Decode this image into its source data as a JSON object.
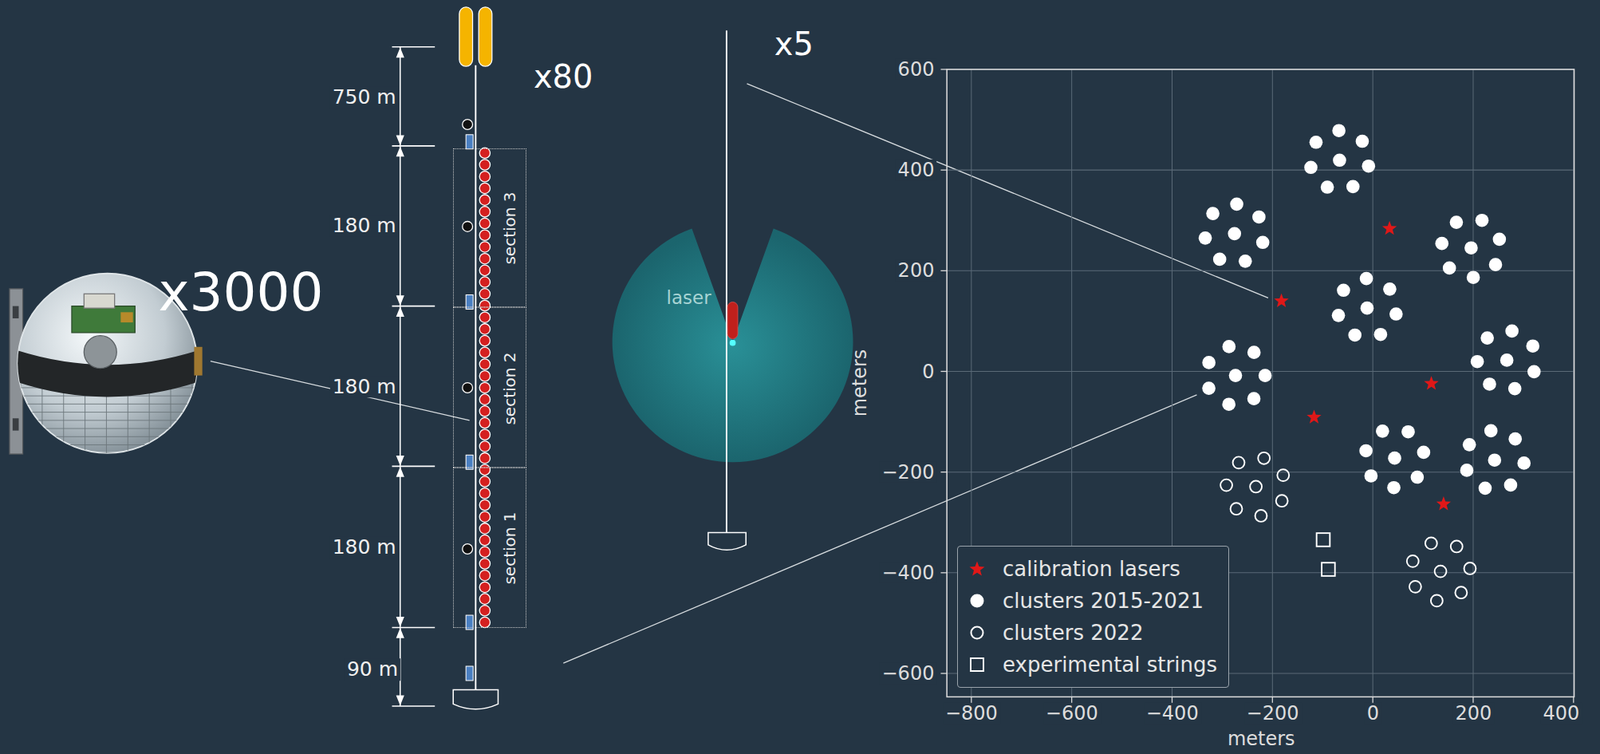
{
  "diagram": {
    "nodes": [
      {
        "text": [
          "section 3"
        ]
      },
      {
        "text": [
          "section 2"
        ]
      },
      {
        "text": [
          "section 1"
        ]
      }
    ],
    "labels": [
      "x3000",
      "750 m",
      "180 m",
      "180 m",
      "180 m",
      "90 m",
      "x80",
      "x5",
      "laser",
      "600",
      "400",
      "200",
      "0",
      "−200",
      "−400",
      "−600",
      "−800",
      "−600",
      "−400",
      "−200",
      "0",
      "200",
      "400",
      "meters",
      "meters"
    ],
    "legend": [
      {
        "text": "calibration lasers"
      },
      {
        "text": "clusters 2015-2021"
      },
      {
        "text": "clusters 2022"
      },
      {
        "text": "experimental strings"
      }
    ]
  }
}
